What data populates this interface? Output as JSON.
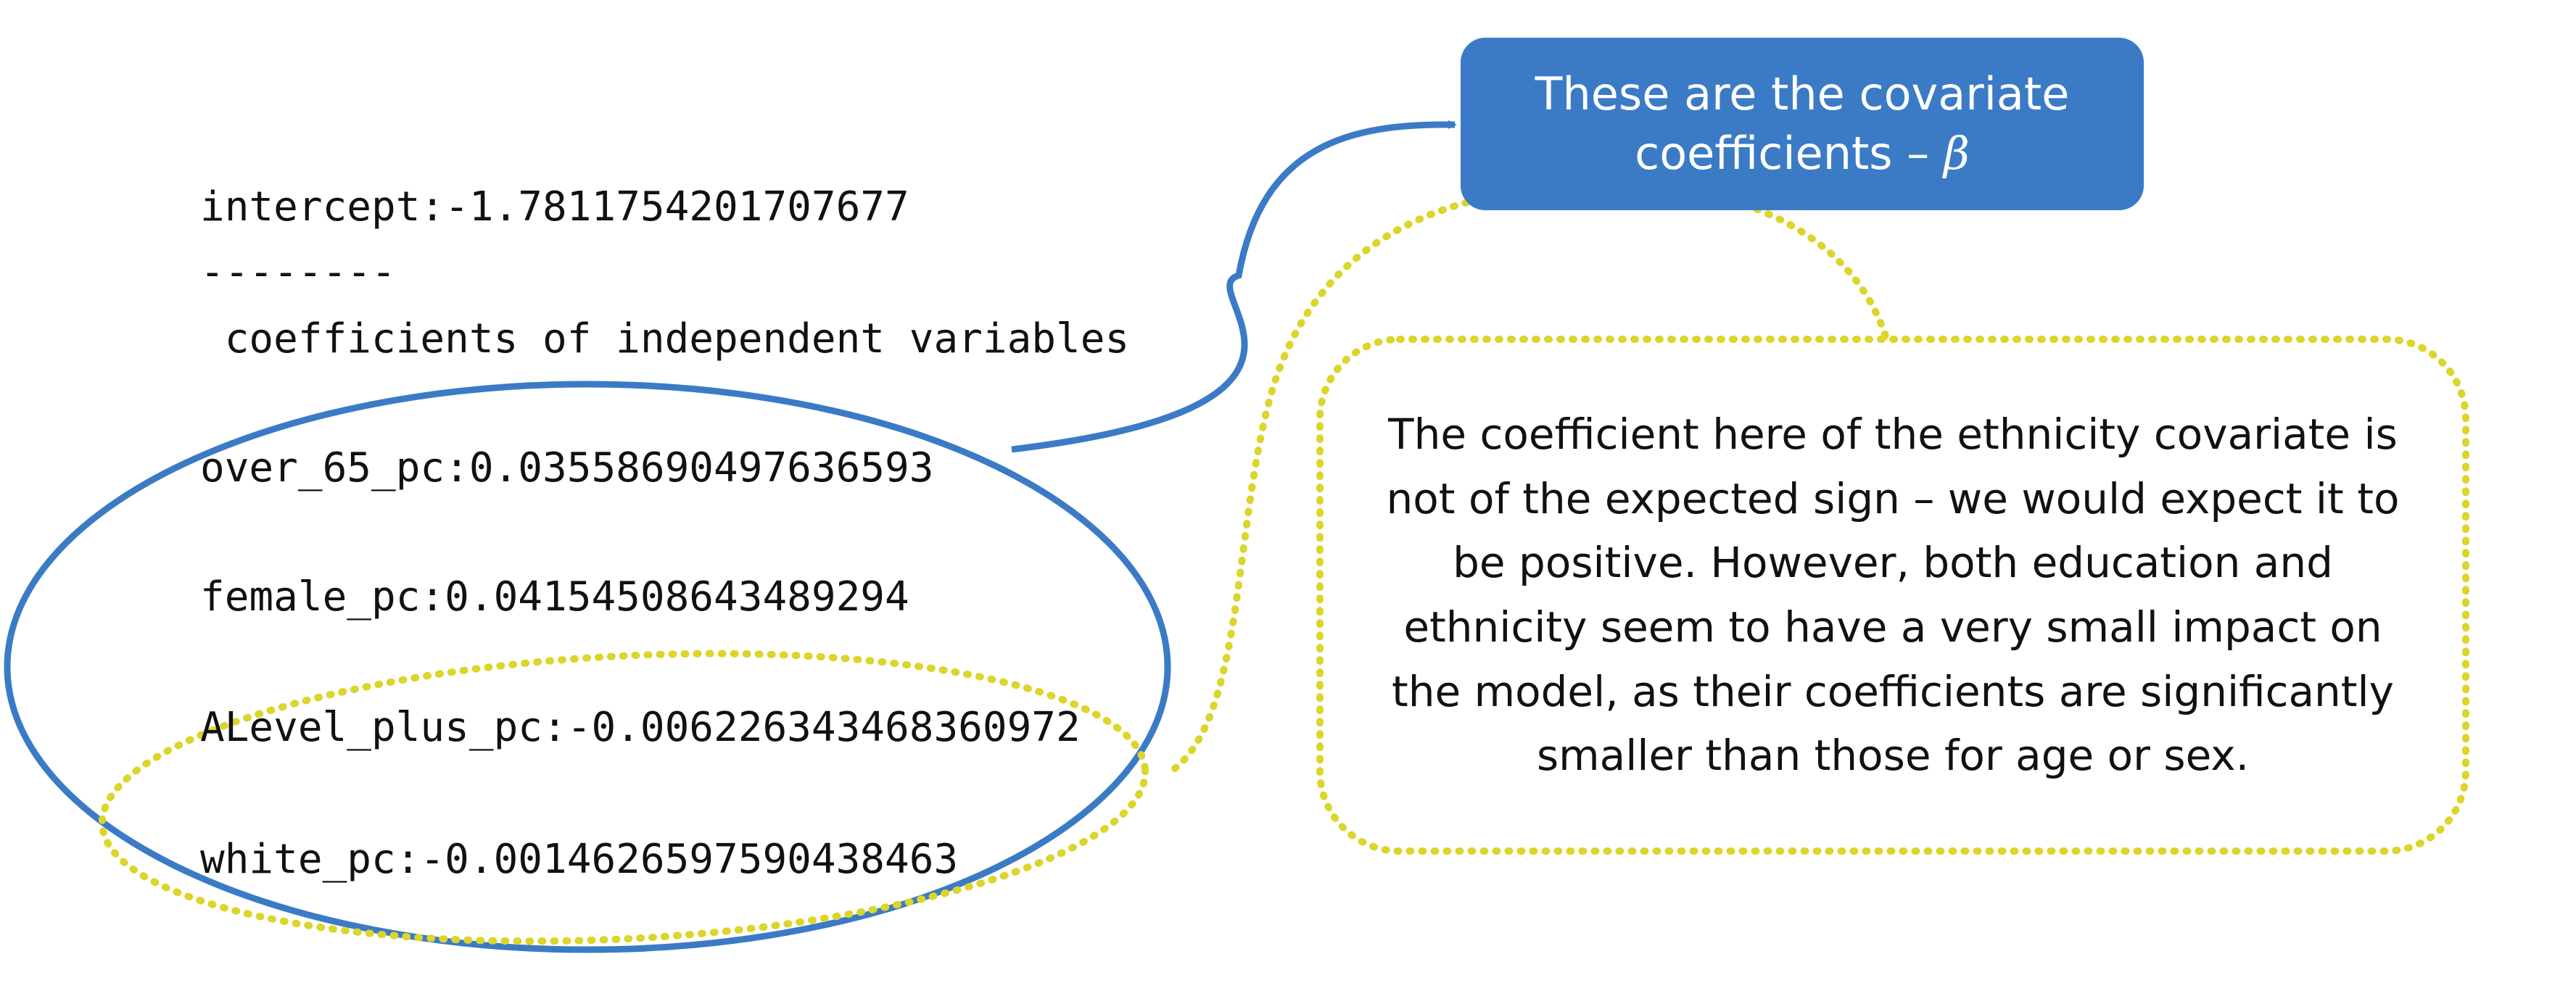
{
  "code_output": {
    "intercept": "intercept:-1.7811754201707677",
    "separator": "--------",
    "heading": " coefficients of independent variables",
    "coefficients": [
      "over_65_pc:0.03558690497636593",
      "female_pc:0.04154508643489294",
      "ALevel_plus_pc:-0.006226343468360972",
      "white_pc:-0.0014626597590438463"
    ]
  },
  "callouts": {
    "covariate_box": {
      "line1": "These are the covariate",
      "line2": "coefficients – ",
      "symbol": "β"
    },
    "note": "The coefficient here of the ethnicity covariate is not of the expected sign – we would expect it to be positive. However, both education and ethnicity seem to have a very small impact on the model, as their coefficients are significantly smaller than those for age or sex."
  },
  "colors": {
    "blue_accent": "#3b7bc6",
    "yellow_accent": "#dcd52a",
    "text": "#111111",
    "background": "#ffffff"
  }
}
